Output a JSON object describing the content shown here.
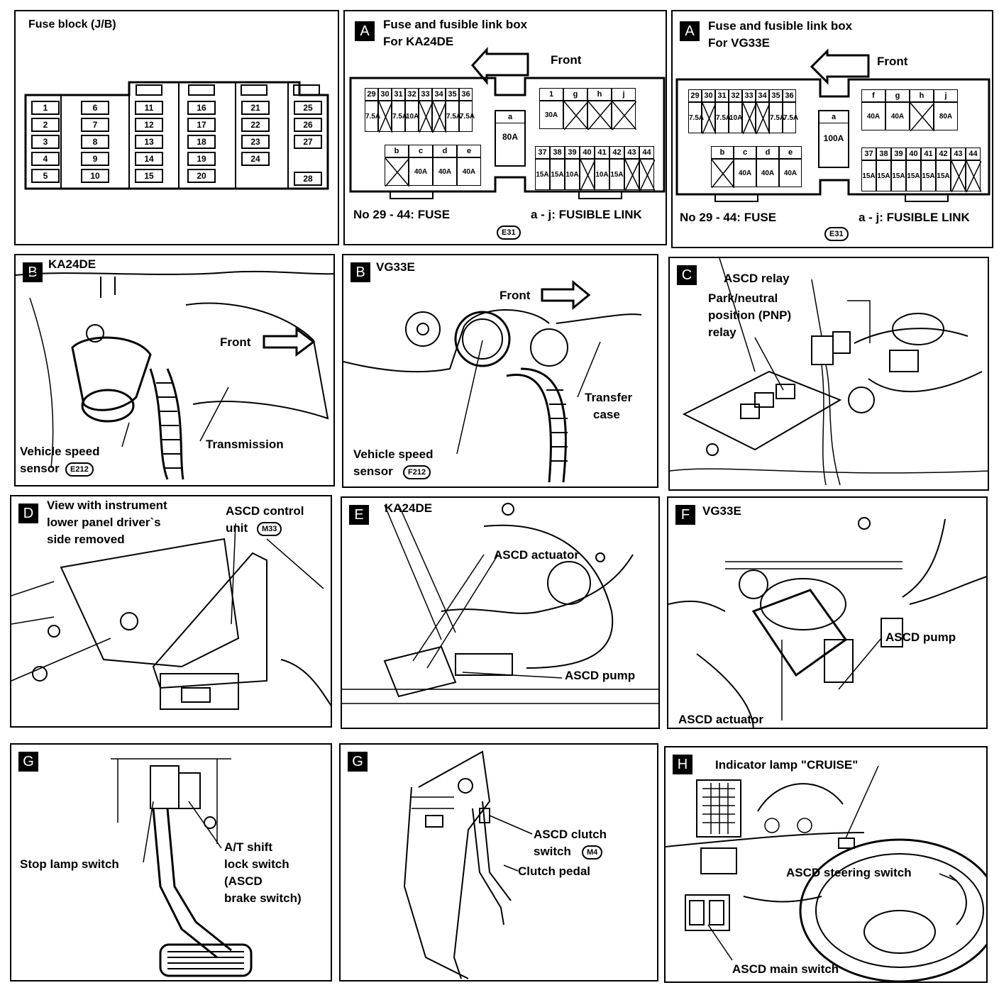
{
  "fuse_block": {
    "title": "Fuse block (J/B)",
    "fuses": [
      "1",
      "2",
      "3",
      "4",
      "5",
      "6",
      "7",
      "8",
      "9",
      "10",
      "11",
      "12",
      "13",
      "14",
      "15",
      "16",
      "17",
      "18",
      "19",
      "20",
      "21",
      "22",
      "23",
      "24",
      "25",
      "26",
      "27",
      "28"
    ]
  },
  "fusible_ka24de": {
    "tag": "A",
    "title1": "Fuse and fusible link box",
    "title2": "For KA24DE",
    "front": "Front",
    "top_fuses": [
      "29",
      "30",
      "31",
      "32",
      "33",
      "34",
      "35",
      "36"
    ],
    "top_amps": [
      "7.5A",
      "",
      "7.5A",
      "10A",
      "",
      "",
      "7.5A",
      "7.5A"
    ],
    "link_a_label": "a",
    "link_a_amp": "80A",
    "links_right": [
      "1",
      "g",
      "h",
      "j"
    ],
    "links_right_amps": [
      "30A",
      "",
      "",
      ""
    ],
    "links_bottom": [
      "b",
      "c",
      "d",
      "e"
    ],
    "links_bottom_amps": [
      "",
      "40A",
      "40A",
      "40A"
    ],
    "bottom_fuses": [
      "37",
      "38",
      "39",
      "40",
      "41",
      "42",
      "43",
      "44"
    ],
    "bottom_amps": [
      "15A",
      "15A",
      "10A",
      "",
      "10A",
      "15A",
      "",
      ""
    ],
    "legend_fuse": "No 29 - 44:  FUSE",
    "legend_link": "a - j:  FUSIBLE LINK",
    "connector": "E31"
  },
  "fusible_vg33e": {
    "tag": "A",
    "title1": "Fuse and fusible link box",
    "title2": "For VG33E",
    "front": "Front",
    "top_fuses": [
      "29",
      "30",
      "31",
      "32",
      "33",
      "34",
      "35",
      "36"
    ],
    "top_amps": [
      "7.5A",
      "",
      "7.5A",
      "10A",
      "",
      "",
      "7.5A",
      "7.5A"
    ],
    "link_a_label": "a",
    "link_a_amp": "100A",
    "links_right": [
      "f",
      "g",
      "h",
      "j"
    ],
    "links_right_amps": [
      "40A",
      "40A",
      "",
      "80A"
    ],
    "links_bottom": [
      "b",
      "c",
      "d",
      "e"
    ],
    "links_bottom_amps": [
      "",
      "40A",
      "40A",
      "40A"
    ],
    "bottom_fuses": [
      "37",
      "38",
      "39",
      "40",
      "41",
      "42",
      "43",
      "44"
    ],
    "bottom_amps": [
      "15A",
      "15A",
      "15A",
      "15A",
      "15A",
      "15A",
      "",
      ""
    ],
    "legend_fuse": "No 29 - 44:  FUSE",
    "legend_link": "a - j:  FUSIBLE LINK",
    "connector": "E31"
  },
  "panel_b_ka": {
    "tag": "B",
    "title": "KA24DE",
    "front": "Front",
    "label_sensor1": "Vehicle speed",
    "label_sensor2": "sensor",
    "connector": "E212",
    "label_trans": "Transmission"
  },
  "panel_b_vg": {
    "tag": "B",
    "title": "VG33E",
    "front": "Front",
    "label_sensor1": "Vehicle speed",
    "label_sensor2": "sensor",
    "connector": "F212",
    "label_transfer1": "Transfer",
    "label_transfer2": "case"
  },
  "panel_c": {
    "tag": "C",
    "relay": "ASCD relay",
    "pnp1": "Park/neutral",
    "pnp2": "position (PNP)",
    "pnp3": "relay"
  },
  "panel_d": {
    "tag": "D",
    "view1": "View with instrument",
    "view2": "lower panel driver`s",
    "view3": "side removed",
    "unit1": "ASCD control",
    "unit2": "unit",
    "connector": "M33"
  },
  "panel_e": {
    "tag": "E",
    "title": "KA24DE",
    "actuator": "ASCD actuator",
    "pump": "ASCD pump"
  },
  "panel_f": {
    "tag": "F",
    "title": "VG33E",
    "pump": "ASCD pump",
    "actuator": "ASCD actuator"
  },
  "panel_g1": {
    "tag": "G",
    "stop": "Stop lamp switch",
    "at1": "A/T shift",
    "at2": "lock switch",
    "at3": "(ASCD",
    "at4": "brake switch)"
  },
  "panel_g2": {
    "tag": "G",
    "clutch_sw1": "ASCD clutch",
    "clutch_sw2": "switch",
    "connector": "M4",
    "pedal": "Clutch pedal"
  },
  "panel_h": {
    "tag": "H",
    "indicator": "Indicator lamp \"CRUISE\"",
    "steering": "ASCD steering switch",
    "main": "ASCD main switch"
  }
}
